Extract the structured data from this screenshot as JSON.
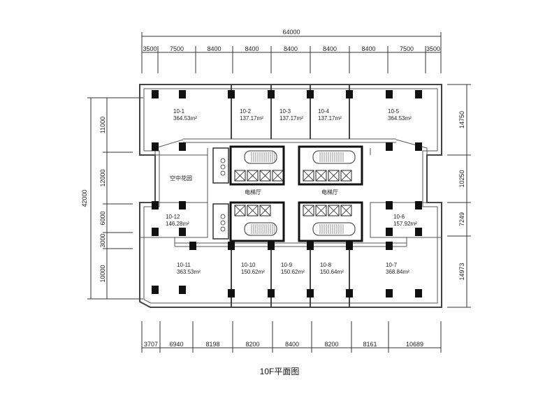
{
  "dimensions": {
    "top_total": "64000",
    "top_segments": [
      "3500",
      "7500",
      "8400",
      "8400",
      "8400",
      "8400",
      "8400",
      "7500",
      "3500"
    ],
    "bottom_segments": [
      "3707",
      "6940",
      "8198",
      "8200",
      "8400",
      "8200",
      "8161",
      "10689"
    ],
    "left_total": "42000",
    "left_segments": [
      "11000",
      "12000",
      "6000",
      "3000",
      "10000"
    ],
    "right_segments": [
      "14750",
      "10250",
      "7249",
      "14973"
    ]
  },
  "rooms": [
    {
      "id": "10-1",
      "area": "364.53m²"
    },
    {
      "id": "10-2",
      "area": "137.17m²"
    },
    {
      "id": "10-3",
      "area": "137.17m²"
    },
    {
      "id": "10-4",
      "area": "137.17m²"
    },
    {
      "id": "10-5",
      "area": "364.53m²"
    },
    {
      "id": "10-6",
      "area": "157.92m²"
    },
    {
      "id": "10-7",
      "area": "368.84m²"
    },
    {
      "id": "10-8",
      "area": "150.64m²"
    },
    {
      "id": "10-9",
      "area": "150.62m²"
    },
    {
      "id": "10-10",
      "area": "150.62m²"
    },
    {
      "id": "10-11",
      "area": "363.53m²"
    },
    {
      "id": "10-12",
      "area": "146.28m²"
    }
  ],
  "spaces": {
    "sky_garden": "空中花园",
    "elevator_hall_left": "电梯厅",
    "elevator_hall_right": "电梯厅"
  },
  "title": "10F平面图"
}
